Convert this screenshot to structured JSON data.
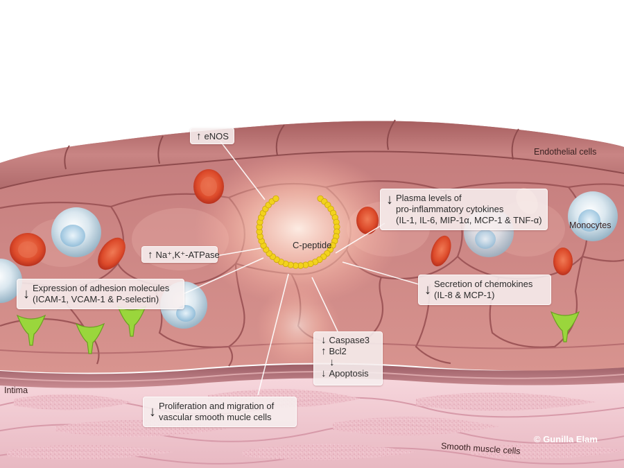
{
  "labels": {
    "enos": "eNOS",
    "atpase": "Na⁺,K⁺-ATPase",
    "adhesion_line1": "Expression of adhesion molecules",
    "adhesion_line2": "(ICAM-1, VCAM-1 & P-selectin)",
    "cytokines_line1": "Plasma levels of",
    "cytokines_line2": "pro-inflammatory cytokines",
    "cytokines_line3": "(IL-1, IL-6, MIP-1α, MCP-1 & TNF-α)",
    "chemokines_line1": "Secretion of chemokines",
    "chemokines_line2": "(IL-8 & MCP-1)",
    "caspase": "Caspase3",
    "bcl2": "Bcl2",
    "apoptosis": "Apoptosis",
    "proliferation_line1": "Proliferation and migration of",
    "proliferation_line2": "vascular smooth mucle cells",
    "c_peptide": "C-peptide",
    "endothelial": "Endothelial cells",
    "monocytes": "Monocytes",
    "intima": "Intima",
    "smooth_muscle": "Smooth muscle cells",
    "copyright": "© Gunilla Elam"
  },
  "arrows": {
    "up": "↑",
    "down": "↓"
  },
  "colors": {
    "cell_base": "#c4797a",
    "cell_light": "#e7b0aa",
    "intima": "#b5767e",
    "smooth_muscle": "#f0c6cf",
    "rbc": "#e05030",
    "monocyte": "#c9dbe6",
    "peptide": "#f2d21d",
    "receptor": "#9ad63c"
  }
}
